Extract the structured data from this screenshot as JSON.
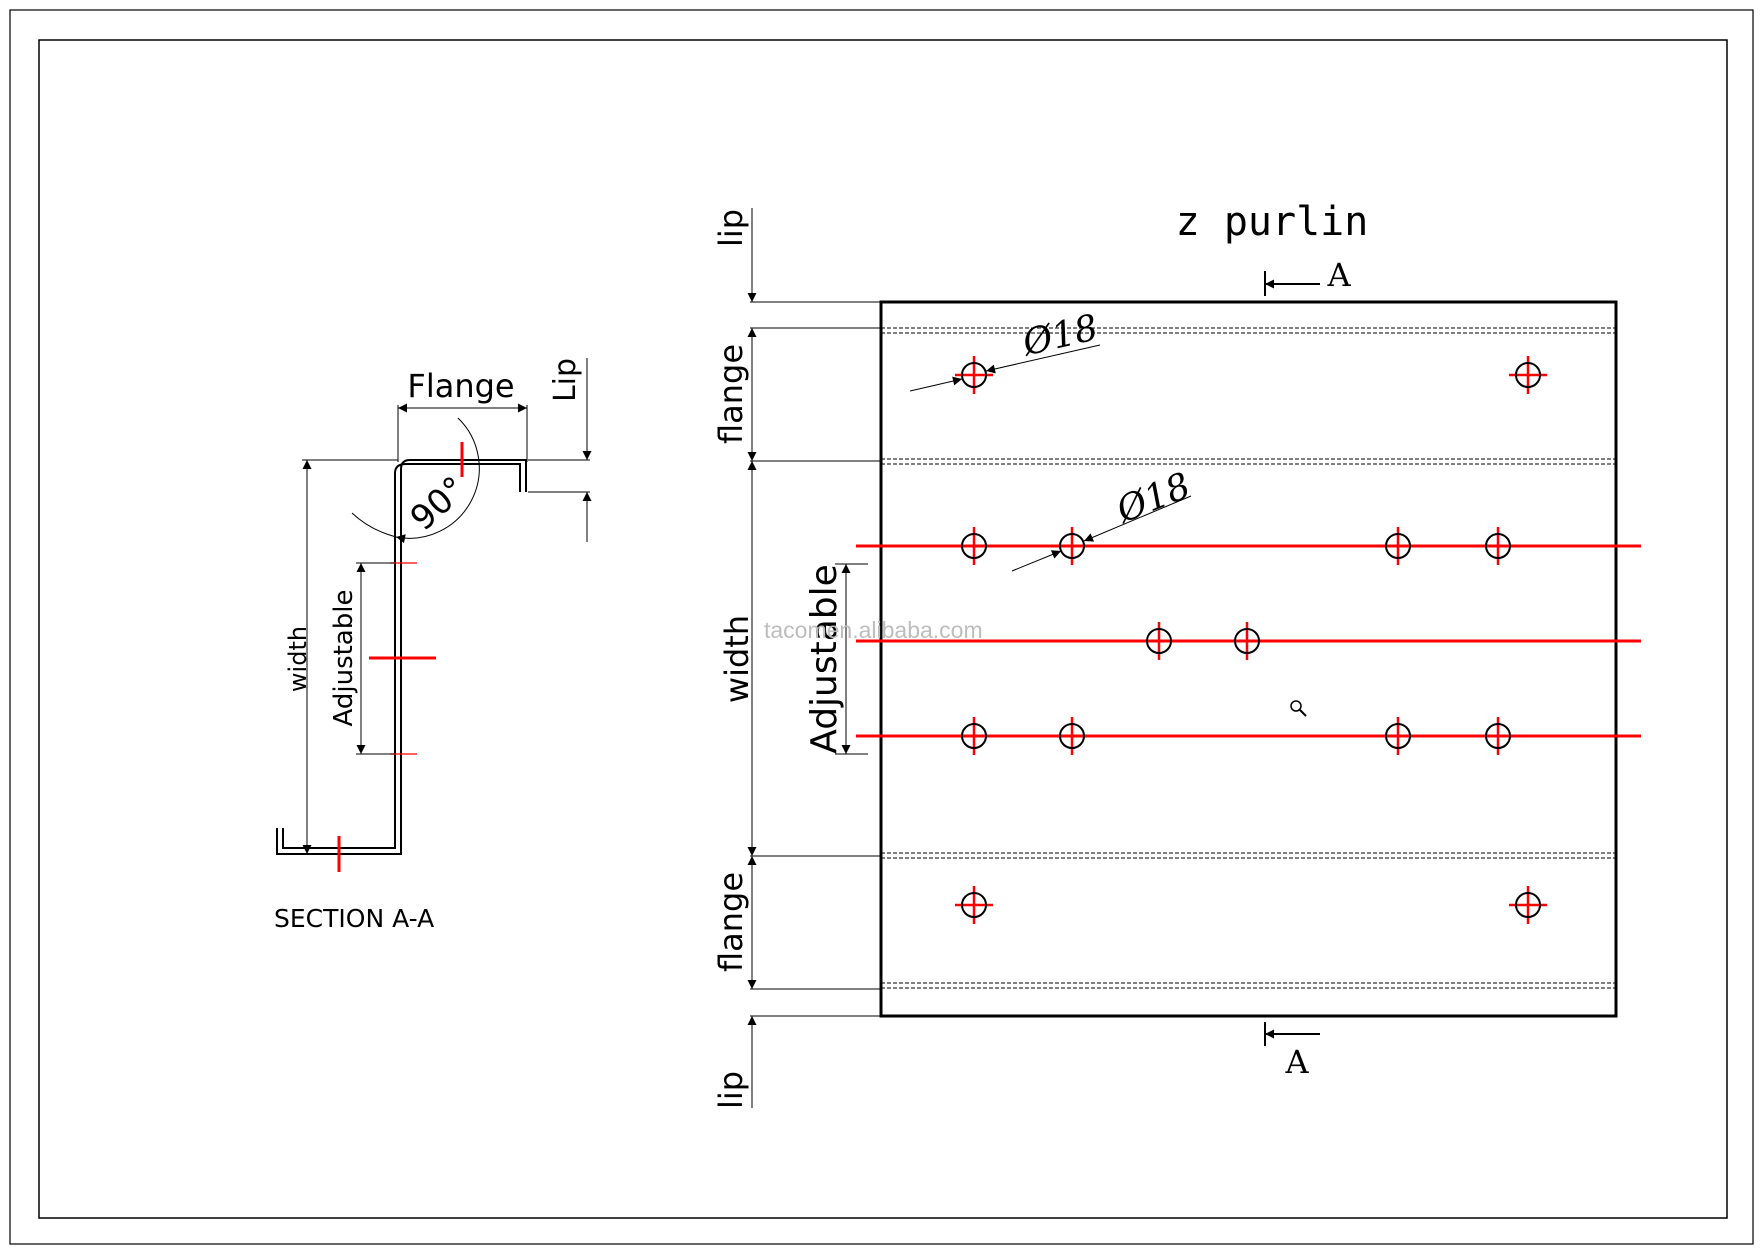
{
  "section": {
    "flange_label": "Flange",
    "lip_label": "Lip",
    "angle_label": "90°",
    "width_label": "width",
    "adjustable_label": "Adjustable",
    "caption": "SECTION A-A"
  },
  "plan": {
    "title": "z purlin",
    "section_marker": "A",
    "diameter_label": "Ø18",
    "dims": {
      "lip_top": "lip",
      "flange_top": "flange",
      "width": "width",
      "adjustable": "Adjustable",
      "flange_bottom": "flange",
      "lip_bottom": "lip"
    }
  },
  "watermark": "tacomen.alibaba.com",
  "colors": {
    "line": "#000000",
    "hole_rows": "#ff0000",
    "watermark": "#bdbdbd"
  }
}
